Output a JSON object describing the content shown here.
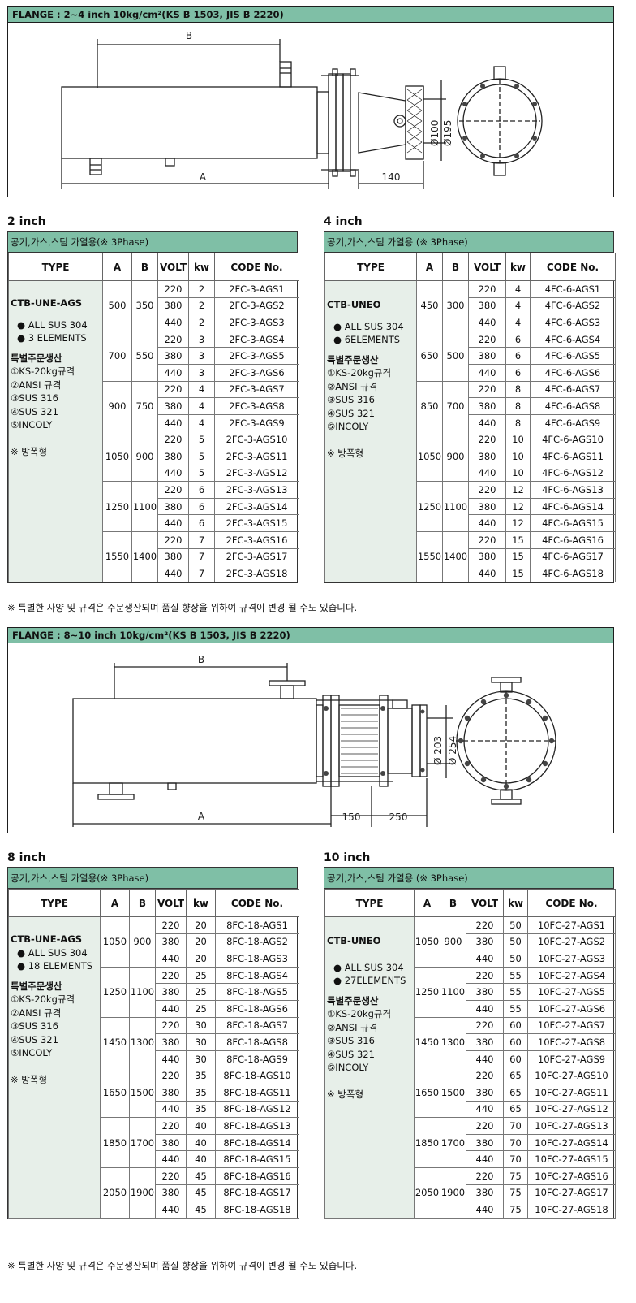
{
  "banner1": "FLANGE : 2~4 inch 10kg/cm²(KS B 1503, JIS B 2220)",
  "banner2": "FLANGE : 8~10 inch 10kg/cm²(KS B 1503, JIS B 2220)",
  "drawing1": {
    "b": "B",
    "a": "A",
    "dim140": "140",
    "dia1": "Ø100",
    "dia2": "Ø195"
  },
  "drawing2": {
    "b": "B",
    "a": "A",
    "dim150": "150",
    "dim250": "250",
    "dia1": "Ø 203",
    "dia2": "Ø 254"
  },
  "note": "※ 특별한 사양 및 규격은 주문생산되며 품질 향상을 위하여 규격이 변경 될 수도 있습니다.",
  "headers": [
    "TYPE",
    "A",
    "B",
    "VOLT",
    "kw",
    "CODE No."
  ],
  "tables": [
    {
      "title": "2 inch",
      "caption": "공기,가스,스팀 가열용(※ 3Phase)",
      "desc": {
        "model": "CTB-UNE-AGS",
        "lines": [
          "● ALL SUS 304",
          "● 3 ELEMENTS"
        ],
        "special_title": "특별주문생산",
        "special": [
          "①KS-20kg규격",
          "②ANSI 규격",
          "③SUS 316",
          "④SUS 321",
          "⑤INCOLY"
        ],
        "explosion": "※ 방폭형"
      },
      "groups": [
        {
          "a": "500",
          "b": "350",
          "rows": [
            [
              "220",
              "2",
              "2FC-3-AGS1"
            ],
            [
              "380",
              "2",
              "2FC-3-AGS2"
            ],
            [
              "440",
              "2",
              "2FC-3-AGS3"
            ]
          ]
        },
        {
          "a": "700",
          "b": "550",
          "rows": [
            [
              "220",
              "3",
              "2FC-3-AGS4"
            ],
            [
              "380",
              "3",
              "2FC-3-AGS5"
            ],
            [
              "440",
              "3",
              "2FC-3-AGS6"
            ]
          ]
        },
        {
          "a": "900",
          "b": "750",
          "rows": [
            [
              "220",
              "4",
              "2FC-3-AGS7"
            ],
            [
              "380",
              "4",
              "2FC-3-AGS8"
            ],
            [
              "440",
              "4",
              "2FC-3-AGS9"
            ]
          ]
        },
        {
          "a": "1050",
          "b": "900",
          "rows": [
            [
              "220",
              "5",
              "2FC-3-AGS10"
            ],
            [
              "380",
              "5",
              "2FC-3-AGS11"
            ],
            [
              "440",
              "5",
              "2FC-3-AGS12"
            ]
          ]
        },
        {
          "a": "1250",
          "b": "1100",
          "rows": [
            [
              "220",
              "6",
              "2FC-3-AGS13"
            ],
            [
              "380",
              "6",
              "2FC-3-AGS14"
            ],
            [
              "440",
              "6",
              "2FC-3-AGS15"
            ]
          ]
        },
        {
          "a": "1550",
          "b": "1400",
          "rows": [
            [
              "220",
              "7",
              "2FC-3-AGS16"
            ],
            [
              "380",
              "7",
              "2FC-3-AGS17"
            ],
            [
              "440",
              "7",
              "2FC-3-AGS18"
            ]
          ]
        }
      ]
    },
    {
      "title": "4 inch",
      "caption": "공기,가스,스팀 가열용 (※ 3Phase)",
      "desc": {
        "model": "CTB-UNEO",
        "lines": [
          "● ALL SUS 304",
          "● 6ELEMENTS"
        ],
        "special_title": "특별주문생산",
        "special": [
          "①KS-20kg규격",
          "②ANSI 규격",
          "③SUS 316",
          "④SUS 321",
          "⑤INCOLY"
        ],
        "explosion": "※ 방폭형"
      },
      "groups": [
        {
          "a": "450",
          "b": "300",
          "rows": [
            [
              "220",
              "4",
              "4FC-6-AGS1"
            ],
            [
              "380",
              "4",
              "4FC-6-AGS2"
            ],
            [
              "440",
              "4",
              "4FC-6-AGS3"
            ]
          ]
        },
        {
          "a": "650",
          "b": "500",
          "rows": [
            [
              "220",
              "6",
              "4FC-6-AGS4"
            ],
            [
              "380",
              "6",
              "4FC-6-AGS5"
            ],
            [
              "440",
              "6",
              "4FC-6-AGS6"
            ]
          ]
        },
        {
          "a": "850",
          "b": "700",
          "rows": [
            [
              "220",
              "8",
              "4FC-6-AGS7"
            ],
            [
              "380",
              "8",
              "4FC-6-AGS8"
            ],
            [
              "440",
              "8",
              "4FC-6-AGS9"
            ]
          ]
        },
        {
          "a": "1050",
          "b": "900",
          "rows": [
            [
              "220",
              "10",
              "4FC-6-AGS10"
            ],
            [
              "380",
              "10",
              "4FC-6-AGS11"
            ],
            [
              "440",
              "10",
              "4FC-6-AGS12"
            ]
          ]
        },
        {
          "a": "1250",
          "b": "1100",
          "rows": [
            [
              "220",
              "12",
              "4FC-6-AGS13"
            ],
            [
              "380",
              "12",
              "4FC-6-AGS14"
            ],
            [
              "440",
              "12",
              "4FC-6-AGS15"
            ]
          ]
        },
        {
          "a": "1550",
          "b": "1400",
          "rows": [
            [
              "220",
              "15",
              "4FC-6-AGS16"
            ],
            [
              "380",
              "15",
              "4FC-6-AGS17"
            ],
            [
              "440",
              "15",
              "4FC-6-AGS18"
            ]
          ]
        }
      ]
    },
    {
      "title": "8 inch",
      "caption": "공기,가스,스팀 가열용(※ 3Phase)",
      "desc": {
        "model": "CTB-UNE-AGS",
        "lines": [
          "● ALL SUS 304",
          "● 18 ELEMENTS"
        ],
        "special_title": "특별주문생산",
        "special": [
          "①KS-20kg규격",
          "②ANSI 규격",
          "③SUS 316",
          "④SUS 321",
          "⑤INCOLY"
        ],
        "explosion": "※ 방폭형"
      },
      "groups": [
        {
          "a": "1050",
          "b": "900",
          "rows": [
            [
              "220",
              "20",
              "8FC-18-AGS1"
            ],
            [
              "380",
              "20",
              "8FC-18-AGS2"
            ],
            [
              "440",
              "20",
              "8FC-18-AGS3"
            ]
          ]
        },
        {
          "a": "1250",
          "b": "1100",
          "rows": [
            [
              "220",
              "25",
              "8FC-18-AGS4"
            ],
            [
              "380",
              "25",
              "8FC-18-AGS5"
            ],
            [
              "440",
              "25",
              "8FC-18-AGS6"
            ]
          ]
        },
        {
          "a": "1450",
          "b": "1300",
          "rows": [
            [
              "220",
              "30",
              "8FC-18-AGS7"
            ],
            [
              "380",
              "30",
              "8FC-18-AGS8"
            ],
            [
              "440",
              "30",
              "8FC-18-AGS9"
            ]
          ]
        },
        {
          "a": "1650",
          "b": "1500",
          "rows": [
            [
              "220",
              "35",
              "8FC-18-AGS10"
            ],
            [
              "380",
              "35",
              "8FC-18-AGS11"
            ],
            [
              "440",
              "35",
              "8FC-18-AGS12"
            ]
          ]
        },
        {
          "a": "1850",
          "b": "1700",
          "rows": [
            [
              "220",
              "40",
              "8FC-18-AGS13"
            ],
            [
              "380",
              "40",
              "8FC-18-AGS14"
            ],
            [
              "440",
              "40",
              "8FC-18-AGS15"
            ]
          ]
        },
        {
          "a": "2050",
          "b": "1900",
          "rows": [
            [
              "220",
              "45",
              "8FC-18-AGS16"
            ],
            [
              "380",
              "45",
              "8FC-18-AGS17"
            ],
            [
              "440",
              "45",
              "8FC-18-AGS18"
            ]
          ]
        }
      ]
    },
    {
      "title": "10 inch",
      "caption": "공기,가스,스팀 가열용 (※ 3Phase)",
      "desc": {
        "model": "CTB-UNEO",
        "lines": [
          "● ALL SUS 304",
          "● 27ELEMENTS"
        ],
        "special_title": "특별주문생산",
        "special": [
          "①KS-20kg규격",
          "②ANSI 규격",
          "③SUS 316",
          "④SUS 321",
          "⑤INCOLY"
        ],
        "explosion": "※ 방폭형"
      },
      "groups": [
        {
          "a": "1050",
          "b": "900",
          "rows": [
            [
              "220",
              "50",
              "10FC-27-AGS1"
            ],
            [
              "380",
              "50",
              "10FC-27-AGS2"
            ],
            [
              "440",
              "50",
              "10FC-27-AGS3"
            ]
          ]
        },
        {
          "a": "1250",
          "b": "1100",
          "rows": [
            [
              "220",
              "55",
              "10FC-27-AGS4"
            ],
            [
              "380",
              "55",
              "10FC-27-AGS5"
            ],
            [
              "440",
              "55",
              "10FC-27-AGS6"
            ]
          ]
        },
        {
          "a": "1450",
          "b": "1300",
          "rows": [
            [
              "220",
              "60",
              "10FC-27-AGS7"
            ],
            [
              "380",
              "60",
              "10FC-27-AGS8"
            ],
            [
              "440",
              "60",
              "10FC-27-AGS9"
            ]
          ]
        },
        {
          "a": "1650",
          "b": "1500",
          "rows": [
            [
              "220",
              "65",
              "10FC-27-AGS10"
            ],
            [
              "380",
              "65",
              "10FC-27-AGS11"
            ],
            [
              "440",
              "65",
              "10FC-27-AGS12"
            ]
          ]
        },
        {
          "a": "1850",
          "b": "1700",
          "rows": [
            [
              "220",
              "70",
              "10FC-27-AGS13"
            ],
            [
              "380",
              "70",
              "10FC-27-AGS14"
            ],
            [
              "440",
              "70",
              "10FC-27-AGS15"
            ]
          ]
        },
        {
          "a": "2050",
          "b": "1900",
          "rows": [
            [
              "220",
              "75",
              "10FC-27-AGS16"
            ],
            [
              "380",
              "75",
              "10FC-27-AGS17"
            ],
            [
              "440",
              "75",
              "10FC-27-AGS18"
            ]
          ]
        }
      ]
    }
  ]
}
